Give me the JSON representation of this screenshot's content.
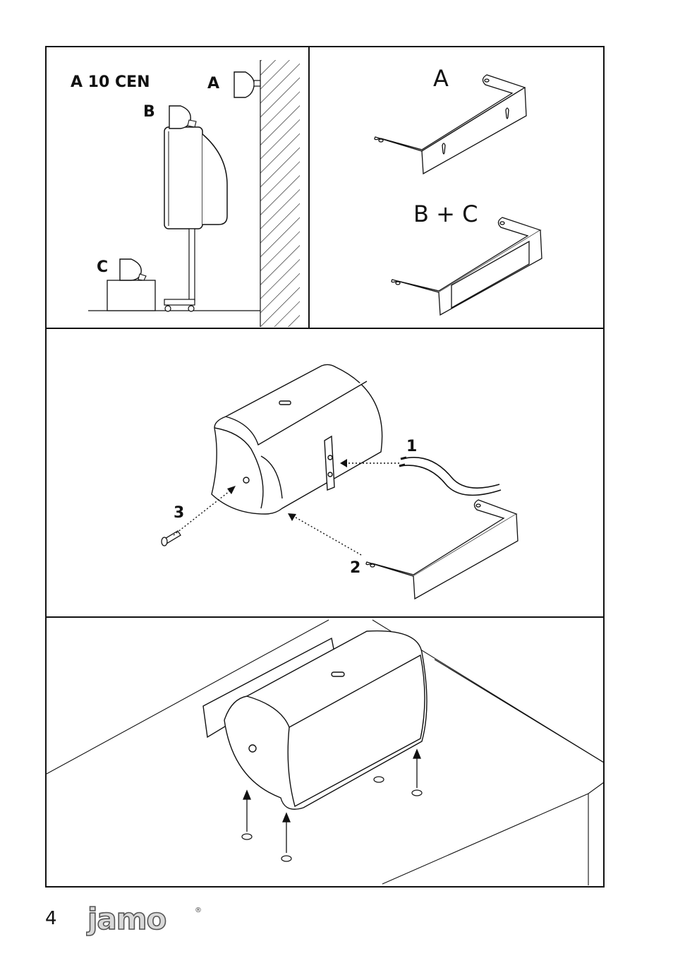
{
  "panel1": {
    "model_label": "A 10 CEN",
    "pos_a": "A",
    "pos_b": "B",
    "pos_c": "C"
  },
  "panel2": {
    "bracket_a": "A",
    "bracket_bc": "B + C"
  },
  "panel3": {
    "step1": "1",
    "step2": "2",
    "step3": "3"
  },
  "footer": {
    "page_number": "4",
    "brand": "jamo",
    "brand_registered": "®"
  }
}
